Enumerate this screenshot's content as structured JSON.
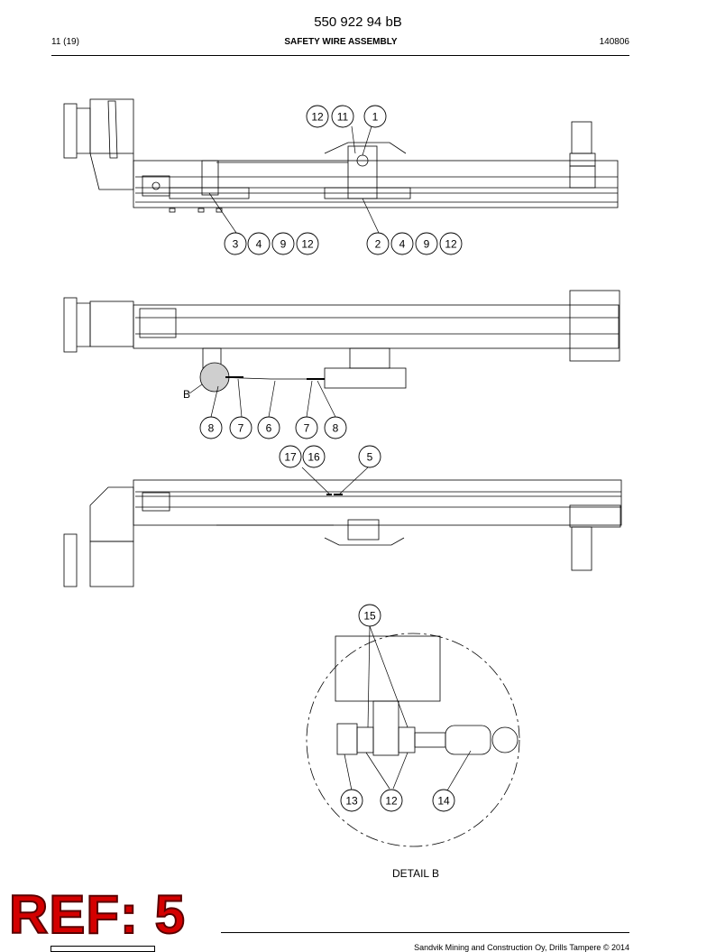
{
  "header": {
    "document_number": "550 922 94 bB",
    "page": "11 (19)",
    "title": "SAFETY WIRE ASSEMBLY",
    "code": "140806"
  },
  "callouts": {
    "top_upper": [
      "12",
      "11",
      "1"
    ],
    "top_left_group": [
      "3",
      "4",
      "9",
      "12"
    ],
    "top_right_group": [
      "2",
      "4",
      "9",
      "12"
    ],
    "middle_detail_letter": "B",
    "middle_group": [
      "8",
      "7",
      "6",
      "7",
      "8"
    ],
    "bottom_upper": [
      "17",
      "16",
      "5"
    ],
    "detail_top": "15",
    "detail_bottom": [
      "13",
      "12",
      "14"
    ]
  },
  "detail_label": "DETAIL B",
  "stamp": "REF: 5",
  "footer": {
    "copyright": "Sandvik Mining and Construction Oy, Drills Tampere © 2014"
  }
}
